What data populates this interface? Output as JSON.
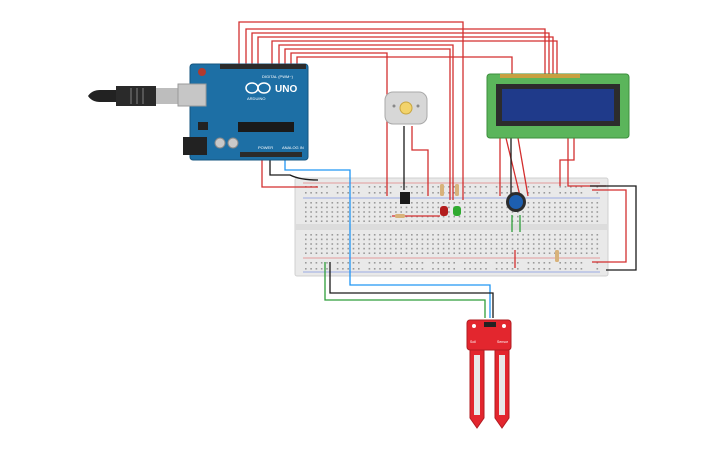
{
  "arduino": {
    "model_label": "UNO",
    "brand_label": "ARDUINO",
    "digital_label": "DIGITAL (PWM~)",
    "power_label": "POWER",
    "analog_label": "ANALOG IN"
  },
  "moisture_sensor": {
    "left_label": "Soil",
    "right_label": "Sensor"
  },
  "colors": {
    "wire_red": "#d32f2f",
    "wire_black": "#1a1a1a",
    "wire_blue": "#2196f3",
    "wire_green": "#2e9e3a",
    "arduino_blue": "#1d6fa5",
    "lcd_green": "#5bb55b",
    "lcd_screen": "#1f3a8a",
    "sensor_red": "#e3262e",
    "breadboard": "#e9e9e9"
  }
}
